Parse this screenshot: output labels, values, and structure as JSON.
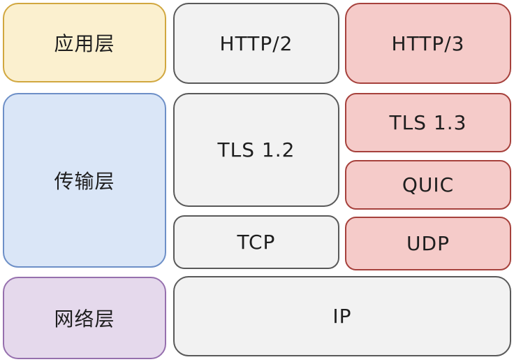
{
  "colors": {
    "yellow_bg": "#FBF0CF",
    "yellow_border": "#D1A73F",
    "gray_bg": "#F2F2F2",
    "gray_border": "#595959",
    "pink_bg": "#F5CBC9",
    "pink_border": "#A6413C",
    "blue_bg": "#DAE6F7",
    "blue_border": "#6D8FC7",
    "purple_bg": "#E5D9EC",
    "purple_border": "#9670AE",
    "text": "#1e1e1e",
    "background": "#ffffff"
  },
  "diagram": {
    "layers": {
      "application": {
        "label": "应用层"
      },
      "transport": {
        "label": "传输层"
      },
      "network": {
        "label": "网络层"
      }
    },
    "http2_stack": {
      "http2": {
        "label": "HTTP/2"
      },
      "tls12": {
        "label": "TLS 1.2"
      },
      "tcp": {
        "label": "TCP"
      }
    },
    "http3_stack": {
      "http3": {
        "label": "HTTP/3"
      },
      "tls13": {
        "label": "TLS 1.3"
      },
      "quic": {
        "label": "QUIC"
      },
      "udp": {
        "label": "UDP"
      }
    },
    "shared": {
      "ip": {
        "label": "IP"
      }
    }
  }
}
